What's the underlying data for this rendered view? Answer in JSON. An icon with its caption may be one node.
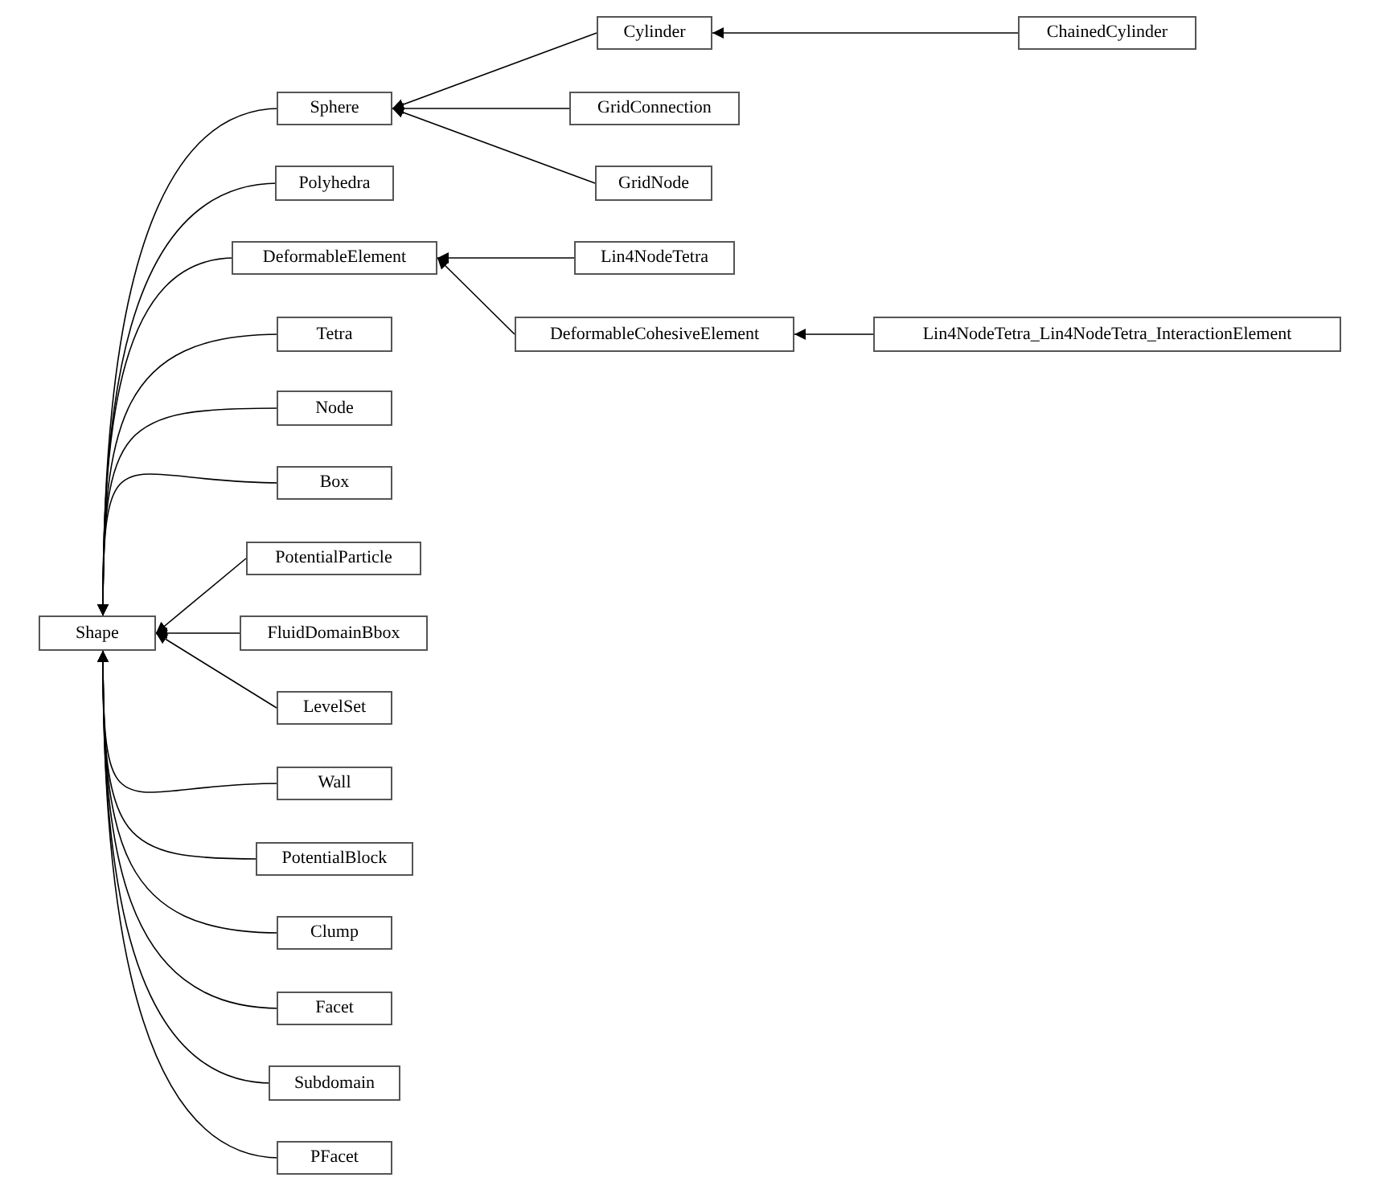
{
  "diagram": {
    "nodes": [
      {
        "text": [
          "Shape"
        ]
      },
      {
        "text": [
          "Sphere"
        ]
      },
      {
        "text": [
          "Cylinder"
        ]
      },
      {
        "text": [
          "ChainedCylinder"
        ]
      },
      {
        "text": [
          "GridConnection"
        ]
      },
      {
        "text": [
          "GridNode"
        ]
      },
      {
        "text": [
          "Polyhedra"
        ]
      },
      {
        "text": [
          "DeformableElement"
        ]
      },
      {
        "text": [
          "Lin4NodeTetra"
        ]
      },
      {
        "text": [
          "DeformableCohesiveElement"
        ]
      },
      {
        "text": [
          "Lin4NodeTetra_Lin4NodeTetra_InteractionElement"
        ]
      },
      {
        "text": [
          "Tetra"
        ]
      },
      {
        "text": [
          "Node"
        ]
      },
      {
        "text": [
          "Box"
        ]
      },
      {
        "text": [
          "PotentialParticle"
        ]
      },
      {
        "text": [
          "FluidDomainBbox"
        ]
      },
      {
        "text": [
          "LevelSet"
        ]
      },
      {
        "text": [
          "Wall"
        ]
      },
      {
        "text": [
          "PotentialBlock"
        ]
      },
      {
        "text": [
          "Clump"
        ]
      },
      {
        "text": [
          "Facet"
        ]
      },
      {
        "text": [
          "Subdomain"
        ]
      },
      {
        "text": [
          "PFacet"
        ]
      }
    ],
    "edges": [
      {
        "from": 1,
        "to": 0,
        "arrow": "to"
      },
      {
        "from": 6,
        "to": 0,
        "arrow": "to"
      },
      {
        "from": 7,
        "to": 0,
        "arrow": "to"
      },
      {
        "from": 11,
        "to": 0,
        "arrow": "to"
      },
      {
        "from": 12,
        "to": 0,
        "arrow": "to"
      },
      {
        "from": 13,
        "to": 0,
        "arrow": "to"
      },
      {
        "from": 14,
        "to": 0,
        "arrow": "to"
      },
      {
        "from": 15,
        "to": 0,
        "arrow": "to"
      },
      {
        "from": 16,
        "to": 0,
        "arrow": "to"
      },
      {
        "from": 17,
        "to": 0,
        "arrow": "to"
      },
      {
        "from": 18,
        "to": 0,
        "arrow": "to"
      },
      {
        "from": 19,
        "to": 0,
        "arrow": "to"
      },
      {
        "from": 20,
        "to": 0,
        "arrow": "to"
      },
      {
        "from": 21,
        "to": 0,
        "arrow": "to"
      },
      {
        "from": 22,
        "to": 0,
        "arrow": "to"
      },
      {
        "from": 2,
        "to": 1,
        "arrow": "to"
      },
      {
        "from": 4,
        "to": 1,
        "arrow": "to"
      },
      {
        "from": 5,
        "to": 1,
        "arrow": "to"
      },
      {
        "from": 3,
        "to": 2,
        "arrow": "to"
      },
      {
        "from": 8,
        "to": 7,
        "arrow": "to"
      },
      {
        "from": 9,
        "to": 7,
        "arrow": "to"
      },
      {
        "from": 10,
        "to": 9,
        "arrow": "to"
      }
    ]
  }
}
